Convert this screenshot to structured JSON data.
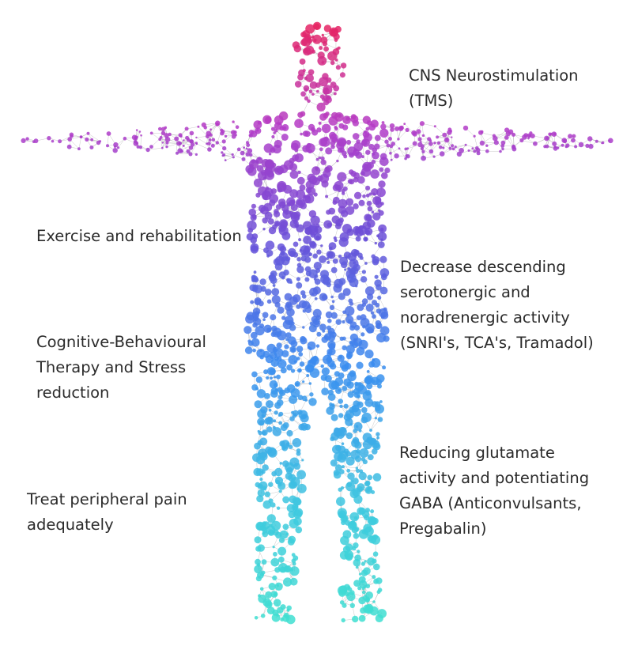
{
  "labels": {
    "cns": [
      "CNS Neurostimulation",
      "(TMS)"
    ],
    "exercise": [
      "Exercise and rehabilitation"
    ],
    "descending": [
      "Decrease descending",
      "serotonergic and",
      "noradrenergic activity",
      "(SNRI's, TCA's, Tramadol)"
    ],
    "cbt": [
      "Cognitive-Behavioural",
      "Therapy and Stress",
      "reduction"
    ],
    "glutamate": [
      "Reducing glutamate",
      "activity and potentiating",
      "GABA (Anticonvulsants,",
      "Pregabalin)"
    ],
    "peripheral": [
      "Treat peripheral pain",
      "adequately"
    ]
  },
  "colors": {
    "head": "#e8235f",
    "torso": "#b43cc8",
    "abdomen": "#6a4fd8",
    "thighs": "#3a8cf0",
    "legs": "#3ec8e0",
    "feet": "#3fe0d0",
    "edge": "#9a9a9a"
  }
}
